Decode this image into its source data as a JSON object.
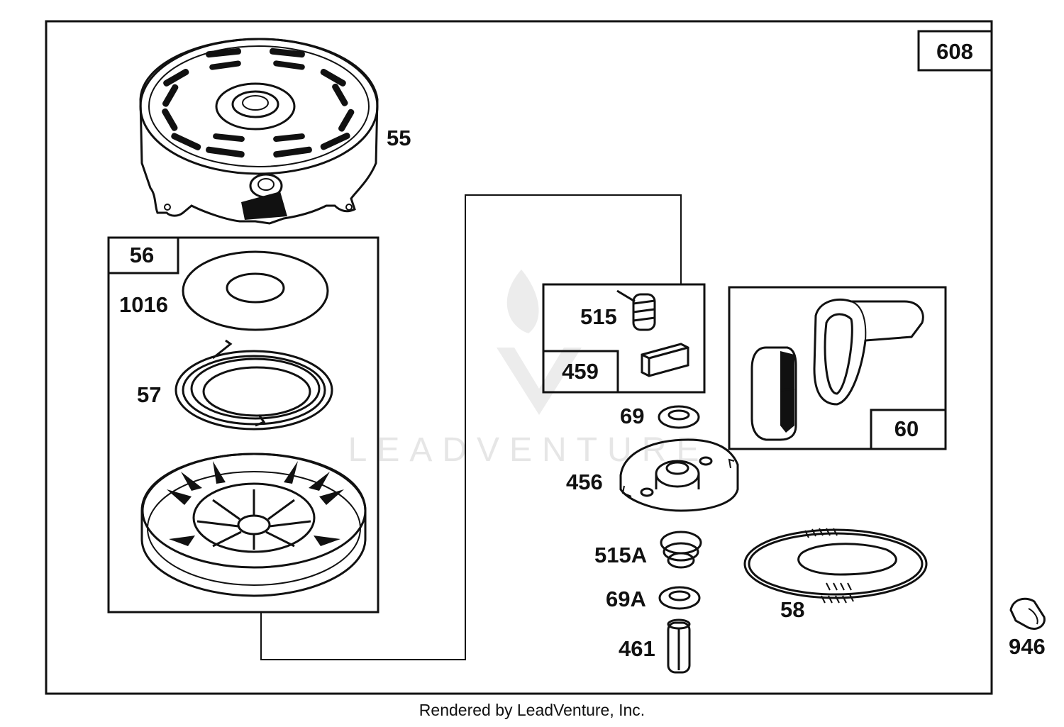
{
  "diagram": {
    "labels": {
      "frame": "608",
      "kit_56": "56",
      "cover": "55",
      "seal_1016": "1016",
      "spring_57": "57",
      "spring_515": "515",
      "dog_459": "459",
      "washer_69": "69",
      "retainer_456": "456",
      "spring_515a": "515A",
      "washer_69a": "69A",
      "pin_461": "461",
      "handle_60": "60",
      "rope_58": "58",
      "clip_946": "946"
    },
    "watermark": "LEADVENTURE"
  },
  "footer": {
    "text": "Rendered by LeadVenture, Inc."
  }
}
